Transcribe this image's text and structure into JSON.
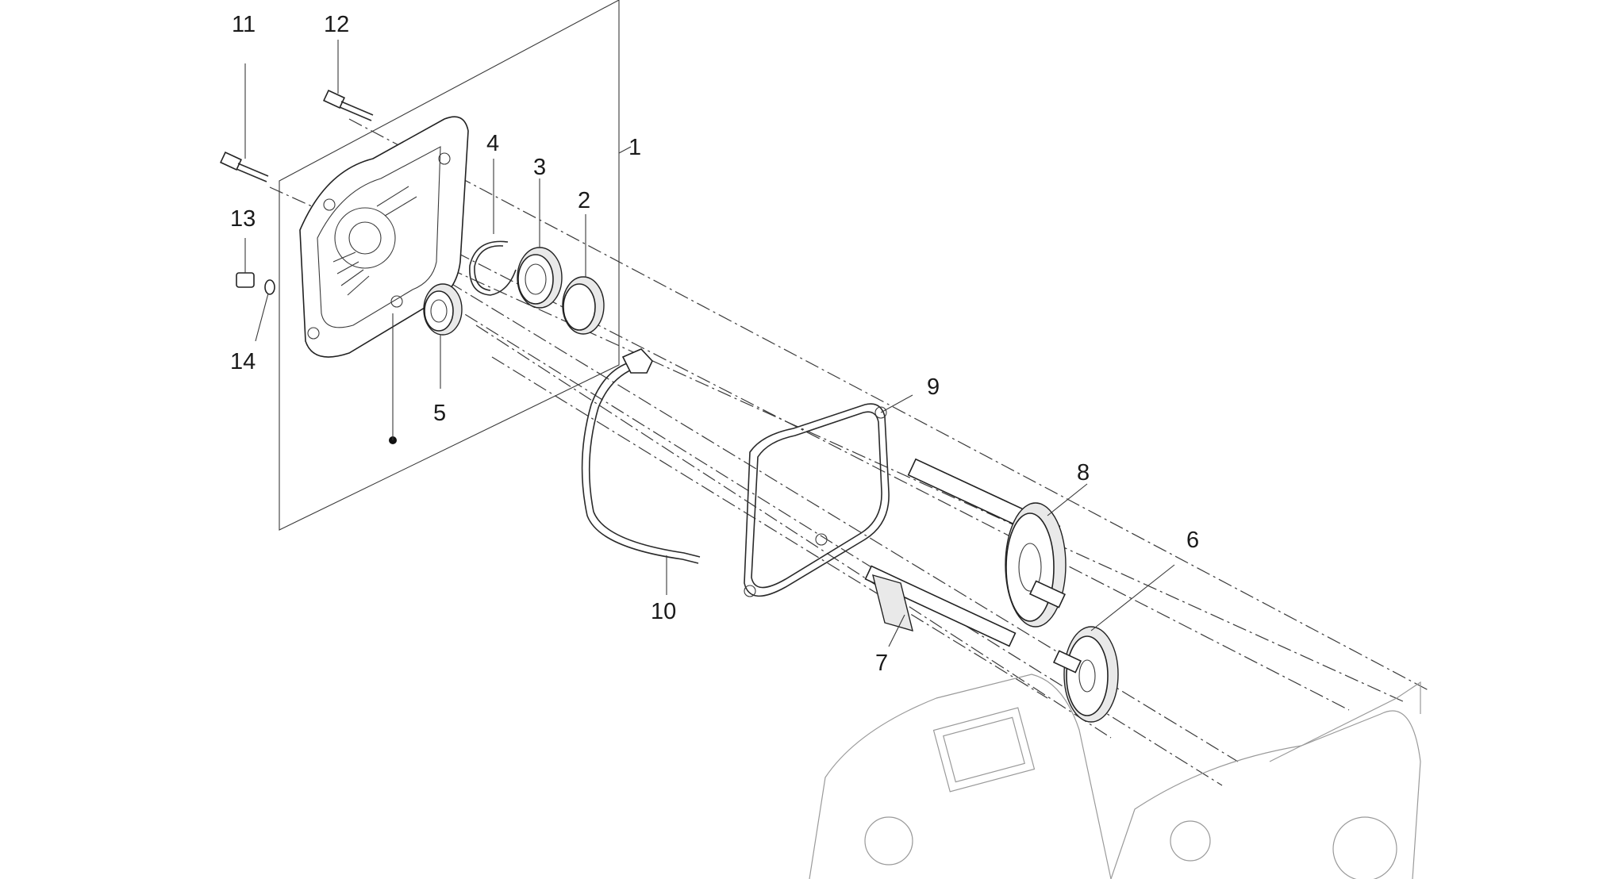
{
  "diagram": {
    "callouts": [
      {
        "id": "1",
        "text": "1"
      },
      {
        "id": "2",
        "text": "2"
      },
      {
        "id": "3",
        "text": "3"
      },
      {
        "id": "4",
        "text": "4"
      },
      {
        "id": "5",
        "text": "5"
      },
      {
        "id": "6",
        "text": "6"
      },
      {
        "id": "7",
        "text": "7"
      },
      {
        "id": "8",
        "text": "8"
      },
      {
        "id": "9",
        "text": "9"
      },
      {
        "id": "10",
        "text": "10"
      },
      {
        "id": "11",
        "text": "11"
      },
      {
        "id": "12",
        "text": "12"
      },
      {
        "id": "13",
        "text": "13"
      },
      {
        "id": "14",
        "text": "14"
      }
    ],
    "line_color": "#2a2a2a",
    "engine_color": "#9a9a9a"
  }
}
